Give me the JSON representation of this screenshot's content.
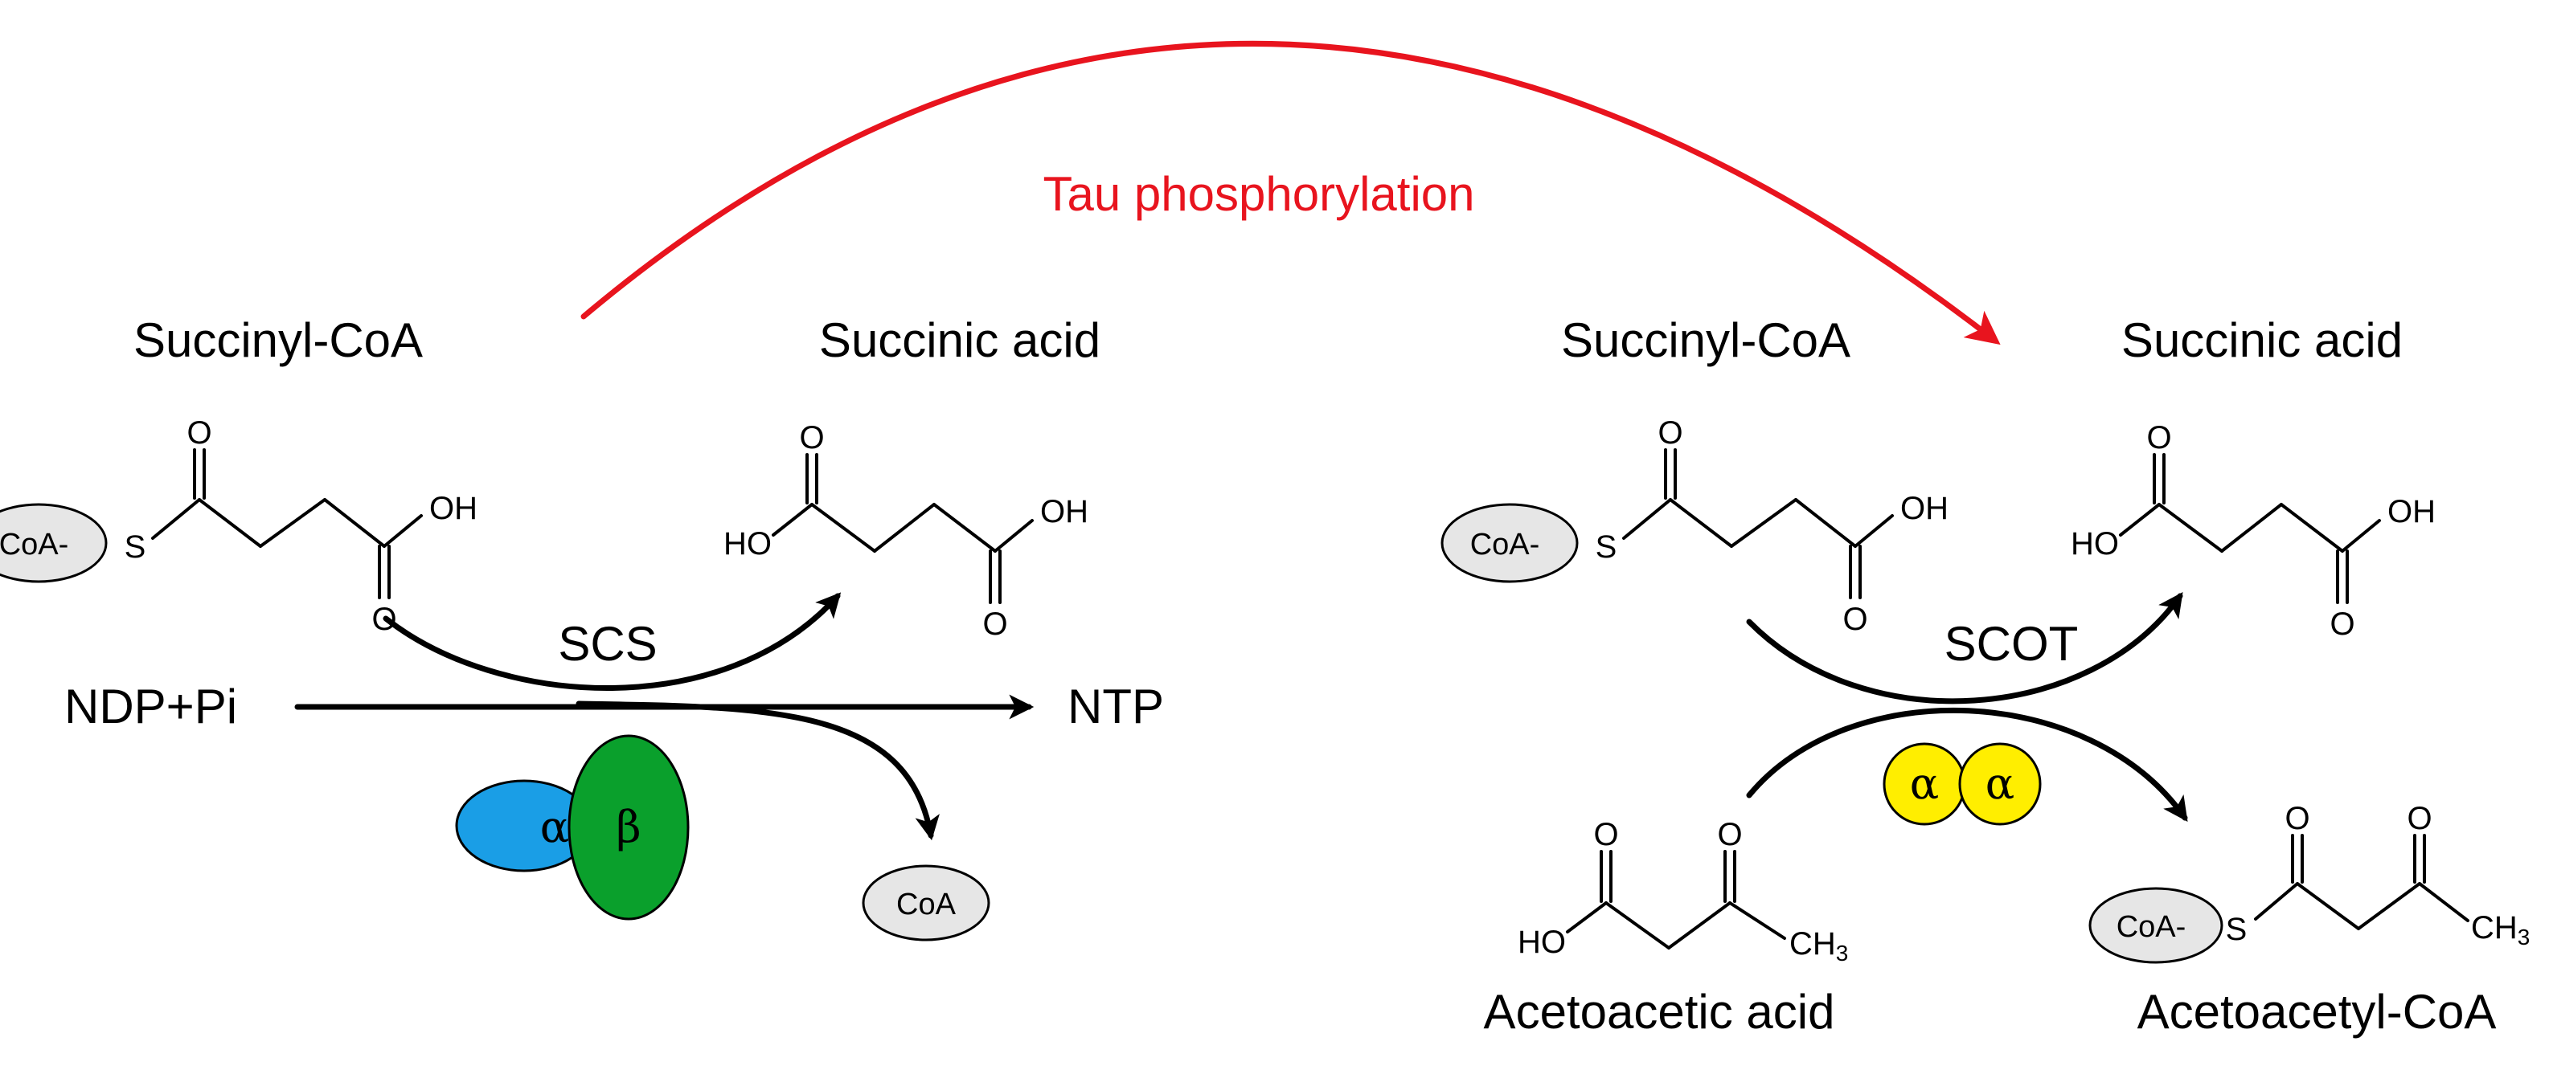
{
  "title": "",
  "regulation": {
    "label": "Tau phosphorylation",
    "color": "#e8141e"
  },
  "left_reaction": {
    "substrate": "Succinyl-CoA",
    "product": "Succinic acid",
    "enzyme": "SCS",
    "cosubstrate": "NDP+Pi",
    "coproduct": "NTP",
    "released": "CoA",
    "subunits": [
      {
        "symbol": "α",
        "color": "#1a9ee6"
      },
      {
        "symbol": "β",
        "color": "#0aa02c"
      }
    ]
  },
  "right_reaction": {
    "substrate": "Succinyl-CoA",
    "product": "Succinic acid",
    "enzyme": "SCOT",
    "cosubstrate": "Acetoacetic acid",
    "coproduct": "Acetoacetyl-CoA",
    "subunits": [
      {
        "symbol": "α",
        "color": "#ffee00"
      },
      {
        "symbol": "α",
        "color": "#ffee00"
      }
    ]
  },
  "atoms": {
    "oxygen": "O",
    "hydroxyl_right": "OH",
    "hydroxyl_left": "HO",
    "sulfur": "S",
    "coa_tag": "CoA-",
    "methyl_main": "CH",
    "methyl_sub": "3"
  },
  "colors": {
    "coa_tag_fill": "#e6e6e6",
    "ink": "#000000"
  }
}
